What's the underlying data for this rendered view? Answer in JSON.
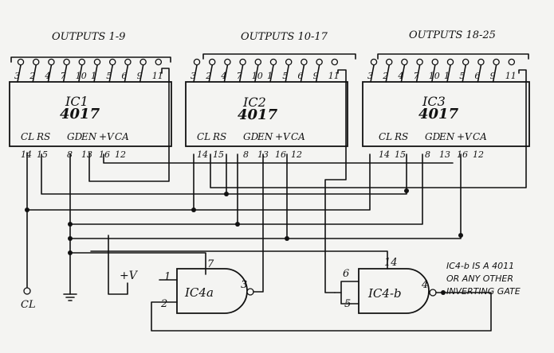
{
  "groups": [
    {
      "label": "OUTPUTS 1-9"
    },
    {
      "label": "OUTPUTS 10-17"
    },
    {
      "label": "OUTPUTS 18-25"
    }
  ],
  "ics": [
    {
      "name": "IC1",
      "part": "4017"
    },
    {
      "name": "IC2",
      "part": "4017"
    },
    {
      "name": "IC3",
      "part": "4017"
    }
  ],
  "output_pins": [
    "3",
    "2",
    "4",
    "7",
    "10",
    "1",
    "5",
    "6",
    "9",
    "11"
  ],
  "control_pins": {
    "labels": [
      "CL",
      "RS",
      "GD",
      "EN",
      "+V",
      "CA"
    ],
    "numbers": [
      "14",
      "15",
      "8",
      "13",
      "16",
      "12"
    ]
  },
  "gates": [
    {
      "name": "IC4a",
      "pins": {
        "in_a": "1",
        "in_b": "2",
        "vcc": "7",
        "out": "3"
      }
    },
    {
      "name": "IC4-b",
      "pins": {
        "in_a": "6",
        "in_b": "5",
        "vcc": "14",
        "out": "4"
      }
    }
  ],
  "supply_label": "+V",
  "clock_label": "CL",
  "note_lines": [
    "IC4-b IS A 4011",
    "OR ANY OTHER",
    "INVERTING GATE"
  ]
}
